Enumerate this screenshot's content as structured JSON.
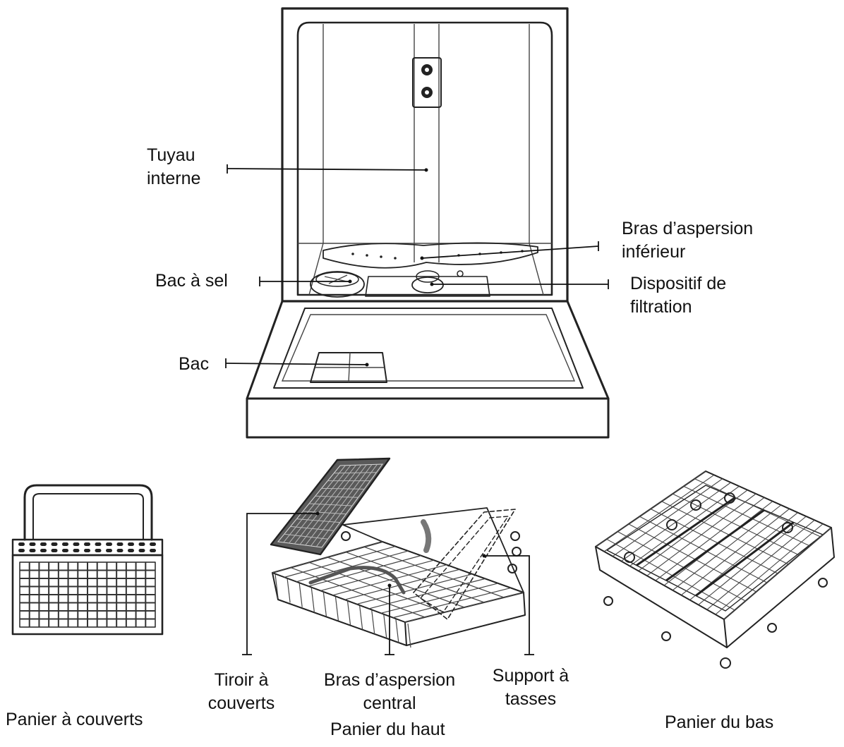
{
  "labels": {
    "tuyau_interne": "Tuyau\ninterne",
    "bras_inferieur": "Bras d’aspersion\ninférieur",
    "bac_a_sel": "Bac à sel",
    "dispositif_filtration": "Dispositif de\nfiltration",
    "bac": "Bac",
    "tiroir_couverts": "Tiroir à\ncouverts",
    "bras_central": "Bras d’aspersion\ncentral",
    "support_tasses": "Support à\ntasses",
    "panier_couverts": "Panier à couverts",
    "panier_haut": "Panier du haut",
    "panier_bas": "Panier du bas"
  }
}
